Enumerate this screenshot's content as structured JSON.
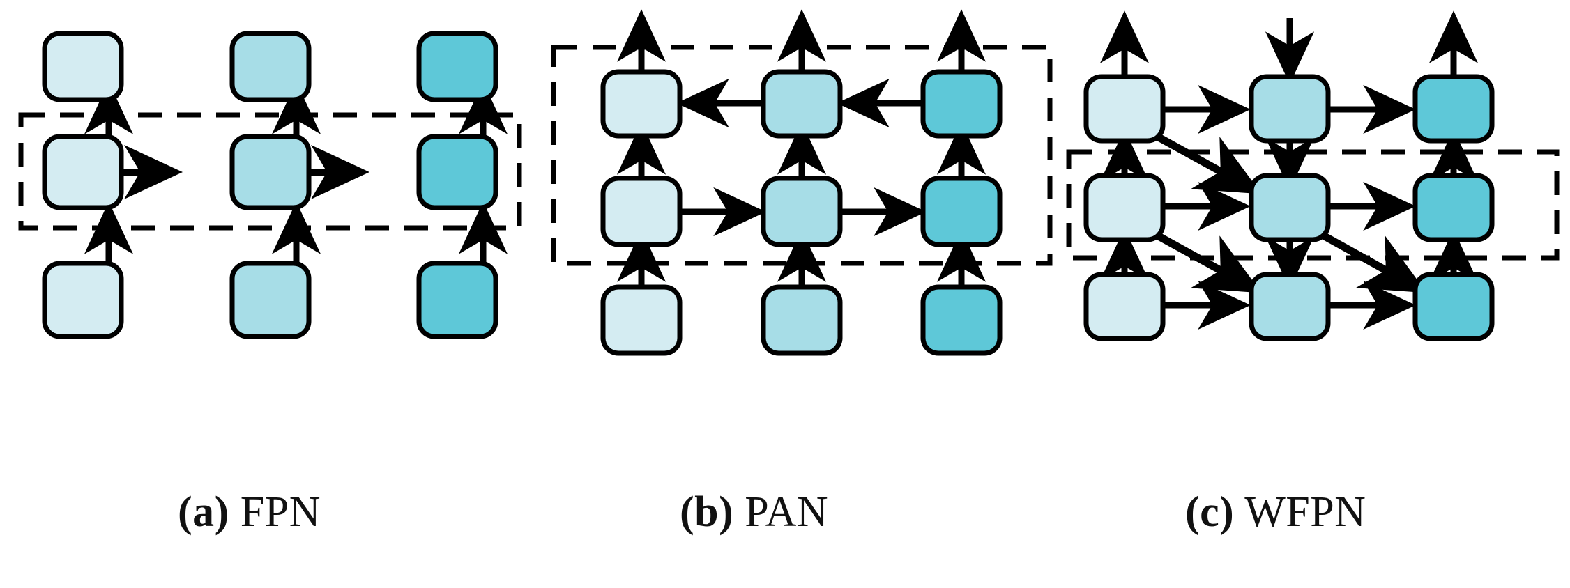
{
  "figure": {
    "type": "diagram",
    "description": "Comparison of three feature pyramid network topologies",
    "background": "#ffffff"
  },
  "colors": {
    "node_light": "#d4ecf2",
    "node_mid": "#a7dde7",
    "node_dark": "#5ec8d8",
    "stroke": "#000000",
    "dashed_box": "#000000"
  },
  "panels": [
    {
      "id": "a",
      "tag": "(a)",
      "name": "FPN",
      "caption_index": "a",
      "caption_label": "FPN",
      "nodes": [
        {
          "id": "a-top-1",
          "row": "top",
          "col": 1,
          "shade": "node_light"
        },
        {
          "id": "a-top-2",
          "row": "top",
          "col": 2,
          "shade": "node_mid"
        },
        {
          "id": "a-top-3",
          "row": "top",
          "col": 3,
          "shade": "node_dark"
        },
        {
          "id": "a-mid-1",
          "row": "mid",
          "col": 1,
          "shade": "node_light"
        },
        {
          "id": "a-mid-2",
          "row": "mid",
          "col": 2,
          "shade": "node_mid"
        },
        {
          "id": "a-mid-3",
          "row": "mid",
          "col": 3,
          "shade": "node_dark"
        },
        {
          "id": "a-bot-1",
          "row": "bottom",
          "col": 1,
          "shade": "node_light"
        },
        {
          "id": "a-bot-2",
          "row": "bottom",
          "col": 2,
          "shade": "node_mid"
        },
        {
          "id": "a-bot-3",
          "row": "bottom",
          "col": 3,
          "shade": "node_dark"
        }
      ],
      "edges": [
        {
          "from": "a-bot-1",
          "to": "a-mid-1",
          "dir": "up"
        },
        {
          "from": "a-bot-2",
          "to": "a-mid-2",
          "dir": "up"
        },
        {
          "from": "a-bot-3",
          "to": "a-mid-3",
          "dir": "up"
        },
        {
          "from": "a-mid-1",
          "to": "a-top-1",
          "dir": "up"
        },
        {
          "from": "a-mid-2",
          "to": "a-top-2",
          "dir": "up"
        },
        {
          "from": "a-mid-3",
          "to": "a-top-3",
          "dir": "up"
        },
        {
          "from": "a-mid-1",
          "to": "a-mid-2",
          "dir": "right"
        },
        {
          "from": "a-mid-2",
          "to": "a-mid-3",
          "dir": "right"
        }
      ],
      "dashed_box_encloses_row": "mid"
    },
    {
      "id": "b",
      "tag": "(b)",
      "name": "PAN",
      "caption_index": "b",
      "caption_label": "PAN",
      "nodes": [
        {
          "id": "b-top-1",
          "row": "top",
          "col": 1,
          "shade": "node_light"
        },
        {
          "id": "b-top-2",
          "row": "top",
          "col": 2,
          "shade": "node_mid"
        },
        {
          "id": "b-top-3",
          "row": "top",
          "col": 3,
          "shade": "node_dark"
        },
        {
          "id": "b-mid-1",
          "row": "mid",
          "col": 1,
          "shade": "node_light"
        },
        {
          "id": "b-mid-2",
          "row": "mid",
          "col": 2,
          "shade": "node_mid"
        },
        {
          "id": "b-mid-3",
          "row": "mid",
          "col": 3,
          "shade": "node_dark"
        },
        {
          "id": "b-bot-1",
          "row": "bottom",
          "col": 1,
          "shade": "node_light"
        },
        {
          "id": "b-bot-2",
          "row": "bottom",
          "col": 2,
          "shade": "node_mid"
        },
        {
          "id": "b-bot-3",
          "row": "bottom",
          "col": 3,
          "shade": "node_dark"
        }
      ],
      "edges": [
        {
          "from": "b-bot-1",
          "to": "b-mid-1",
          "dir": "up"
        },
        {
          "from": "b-bot-2",
          "to": "b-mid-2",
          "dir": "up"
        },
        {
          "from": "b-bot-3",
          "to": "b-mid-3",
          "dir": "up"
        },
        {
          "from": "b-mid-1",
          "to": "b-top-1",
          "dir": "up"
        },
        {
          "from": "b-mid-2",
          "to": "b-top-2",
          "dir": "up"
        },
        {
          "from": "b-mid-3",
          "to": "b-top-3",
          "dir": "up"
        },
        {
          "from": "b-mid-1",
          "to": "b-mid-2",
          "dir": "right"
        },
        {
          "from": "b-mid-2",
          "to": "b-mid-3",
          "dir": "right"
        },
        {
          "from": "b-top-3",
          "to": "b-top-2",
          "dir": "left"
        },
        {
          "from": "b-top-2",
          "to": "b-top-1",
          "dir": "left"
        },
        {
          "from": "b-top-1",
          "to": "out",
          "dir": "up-out"
        },
        {
          "from": "b-top-2",
          "to": "out",
          "dir": "up-out"
        },
        {
          "from": "b-top-3",
          "to": "out",
          "dir": "up-out"
        }
      ],
      "dashed_box_encloses_rows": "mid+top"
    },
    {
      "id": "c",
      "tag": "(c)",
      "name": "WFPN",
      "caption_index": "c",
      "caption_label": "WFPN",
      "nodes": [
        {
          "id": "c-top-1",
          "row": "top",
          "col": 1,
          "shade": "node_light"
        },
        {
          "id": "c-top-2",
          "row": "top",
          "col": 2,
          "shade": "node_mid"
        },
        {
          "id": "c-top-3",
          "row": "top",
          "col": 3,
          "shade": "node_dark"
        },
        {
          "id": "c-mid-1",
          "row": "mid",
          "col": 1,
          "shade": "node_light"
        },
        {
          "id": "c-mid-2",
          "row": "mid",
          "col": 2,
          "shade": "node_mid"
        },
        {
          "id": "c-mid-3",
          "row": "mid",
          "col": 3,
          "shade": "node_dark"
        },
        {
          "id": "c-bot-1",
          "row": "bottom",
          "col": 1,
          "shade": "node_light"
        },
        {
          "id": "c-bot-2",
          "row": "bottom",
          "col": 2,
          "shade": "node_mid"
        },
        {
          "id": "c-bot-3",
          "row": "bottom",
          "col": 3,
          "shade": "node_dark"
        }
      ],
      "edges": [
        {
          "from": "c-top-1",
          "to": "out",
          "dir": "up-out"
        },
        {
          "from": "in",
          "to": "c-top-2",
          "dir": "down-in"
        },
        {
          "from": "c-top-3",
          "to": "out",
          "dir": "up-out"
        },
        {
          "from": "c-top-1",
          "to": "c-top-2",
          "dir": "right"
        },
        {
          "from": "c-top-2",
          "to": "c-top-3",
          "dir": "right"
        },
        {
          "from": "c-top-1",
          "to": "c-mid-2",
          "dir": "diagonal-down-right"
        },
        {
          "from": "c-top-2",
          "to": "c-mid-2",
          "dir": "down"
        },
        {
          "from": "c-mid-1",
          "to": "c-top-1",
          "dir": "up"
        },
        {
          "from": "c-mid-1",
          "to": "c-mid-2",
          "dir": "right"
        },
        {
          "from": "c-mid-2",
          "to": "c-mid-3",
          "dir": "right"
        },
        {
          "from": "c-mid-1",
          "to": "c-bot-2",
          "dir": "diagonal-down-right"
        },
        {
          "from": "c-mid-2",
          "to": "c-bot-2",
          "dir": "down"
        },
        {
          "from": "c-mid-2",
          "to": "c-bot-3",
          "dir": "diagonal-down-right"
        },
        {
          "from": "c-bot-1",
          "to": "c-mid-1",
          "dir": "up"
        },
        {
          "from": "c-bot-1",
          "to": "c-bot-2",
          "dir": "right"
        },
        {
          "from": "c-bot-2",
          "to": "c-bot-3",
          "dir": "right"
        },
        {
          "from": "c-bot-3",
          "to": "c-mid-3",
          "dir": "up"
        },
        {
          "from": "c-mid-3",
          "to": "c-top-3",
          "dir": "up"
        }
      ],
      "dashed_box_encloses_rows": "mid"
    }
  ],
  "captions": {
    "a_tag": "(a)",
    "a_text": "FPN",
    "b_tag": "(b)",
    "b_text": "PAN",
    "c_tag": "(c)",
    "c_text": "WFPN"
  }
}
